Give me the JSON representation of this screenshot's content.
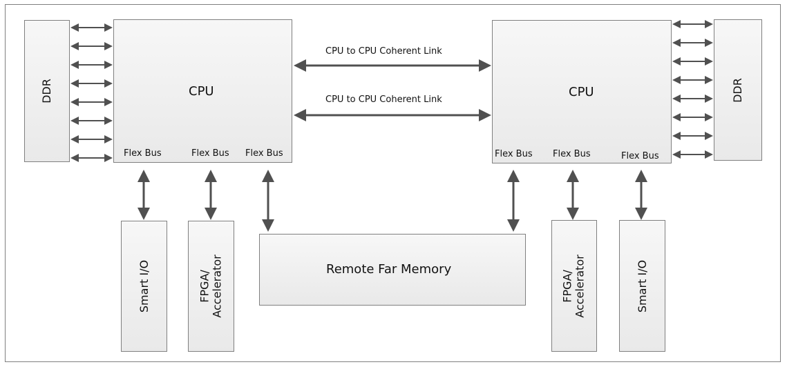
{
  "ddr_left": "DDR",
  "ddr_right": "DDR",
  "cpu_left": "CPU",
  "cpu_right": "CPU",
  "link_top": "CPU to CPU Coherent Link",
  "link_bottom": "CPU to CPU Coherent Link",
  "flex_bus": "Flex Bus",
  "smart_io": "Smart I/O",
  "fpga_line1": "FPGA/",
  "fpga_line2": "Accelerator",
  "remote_memory": "Remote Far Memory"
}
